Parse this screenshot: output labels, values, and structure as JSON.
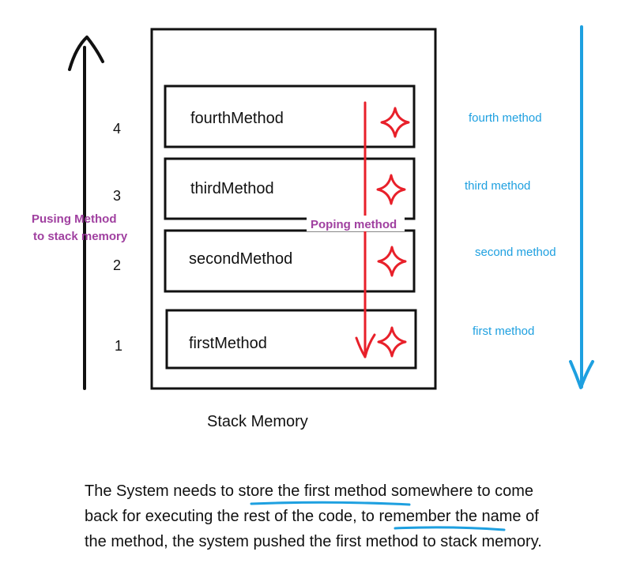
{
  "frames": [
    {
      "name": "fourthMethod",
      "number": "4",
      "side_label": "fourth method"
    },
    {
      "name": "thirdMethod",
      "number": "3",
      "side_label": "third method"
    },
    {
      "name": "secondMethod",
      "number": "2",
      "side_label": "second method"
    },
    {
      "name": "firstMethod",
      "number": "1",
      "side_label": "first method"
    }
  ],
  "push_label": [
    "Pusing Method",
    "to stack memory"
  ],
  "pop_label": "Poping method",
  "stack_caption": "Stack Memory",
  "explanation": {
    "line1_before": "The System needs to ",
    "line1_highlight": "store the first method",
    "line1_after": " somewhere to come",
    "line2_before": "back for executing the rest of the code, ",
    "line2_highlight": "to remember the",
    "line2_after": " name of",
    "line3": "the method, the system pushed the first method to stack memory."
  },
  "colors": {
    "ink": "#111111",
    "red": "#e8202a",
    "blue": "#1ea0e0",
    "purple": "#a040a0"
  }
}
